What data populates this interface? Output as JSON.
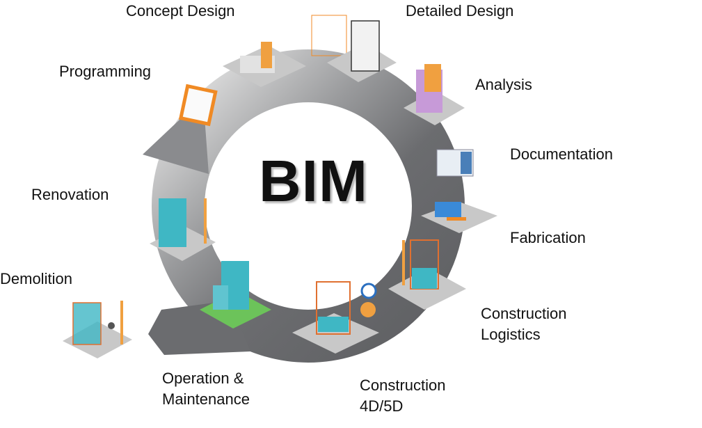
{
  "title": "BIM",
  "stages": [
    {
      "label": "Concept Design"
    },
    {
      "label": "Detailed Design"
    },
    {
      "label": "Analysis"
    },
    {
      "label": "Documentation"
    },
    {
      "label": "Fabrication"
    },
    {
      "label": "Construction\nLogistics",
      "line1": "Construction",
      "line2": "Logistics"
    },
    {
      "label": "Construction\n4D/5D",
      "line1": "Construction",
      "line2": "4D/5D"
    },
    {
      "label": "Operation &\nMaintenance",
      "line1": "Operation &",
      "line2": "Maintenance"
    },
    {
      "label": "Renovation"
    },
    {
      "label": "Demolition"
    },
    {
      "label": "Programming"
    }
  ],
  "colors": {
    "ring_dark": "#6b6c6f",
    "ring_light": "#d9d9d9",
    "accent": "#f08a24",
    "glass": "#3fb7c4"
  }
}
